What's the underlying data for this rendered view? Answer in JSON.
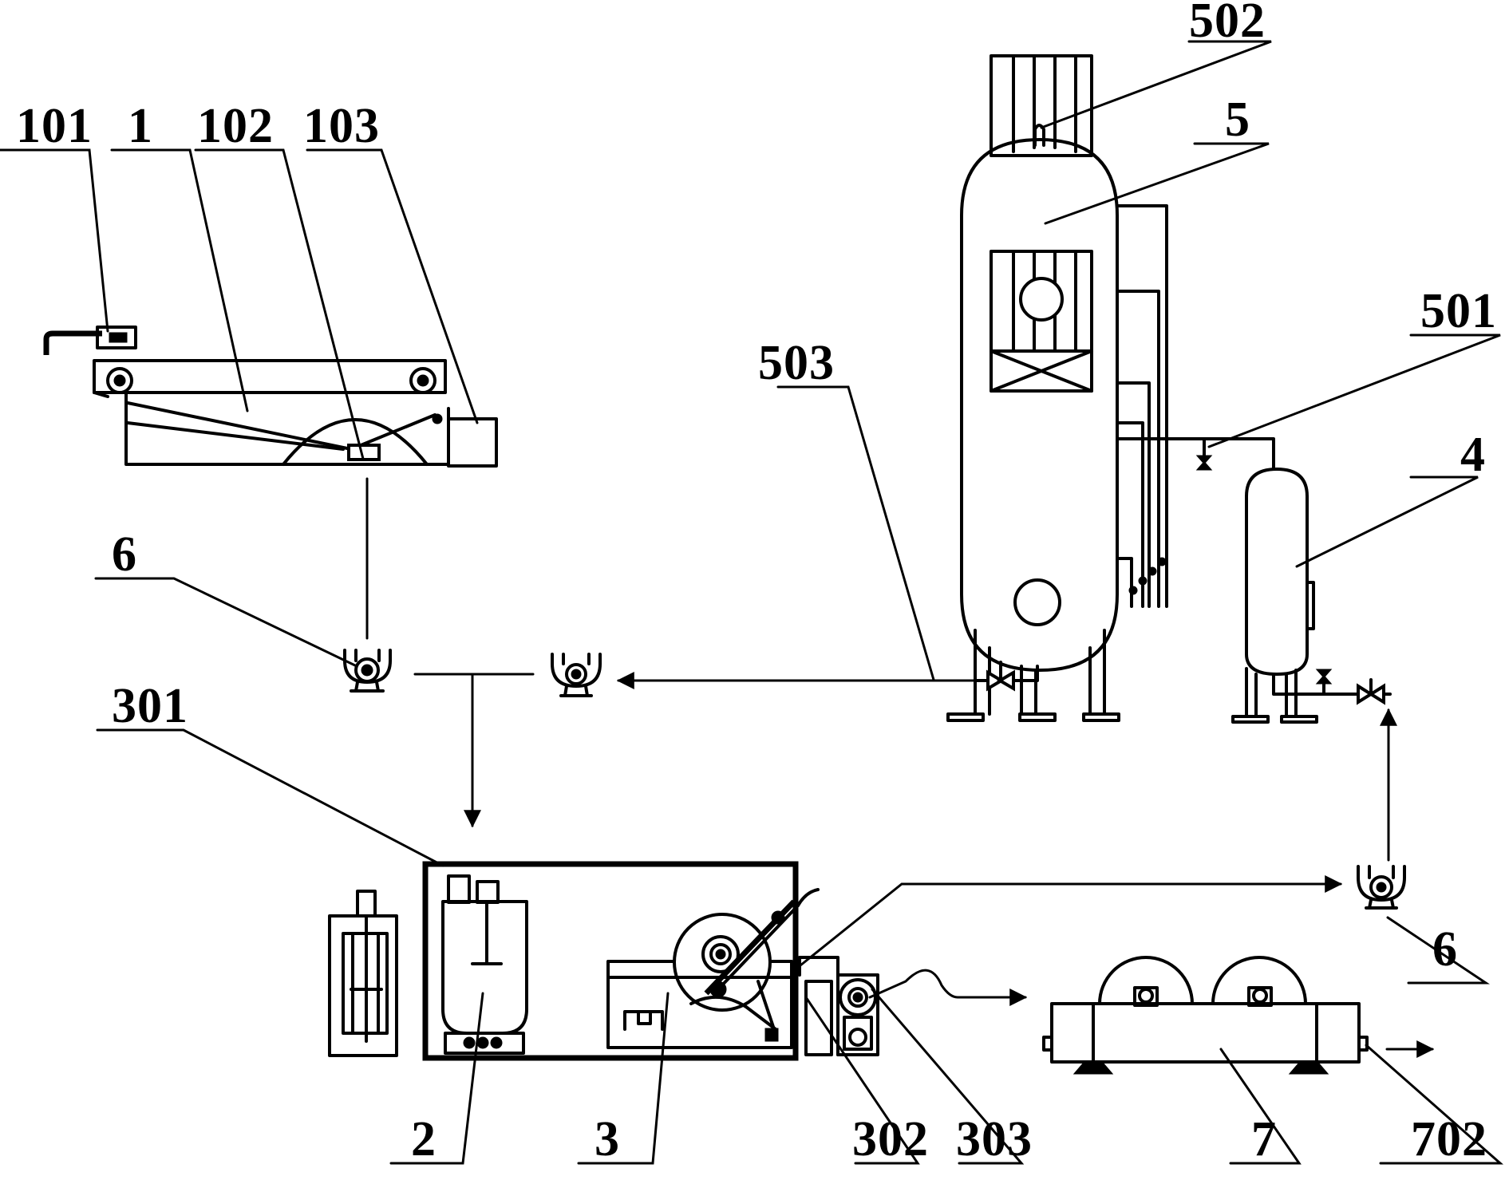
{
  "labels": {
    "l101": "101",
    "l1": "1",
    "l102": "102",
    "l103": "103",
    "l502": "502",
    "l5": "5",
    "l501": "501",
    "l503": "503",
    "l4": "4",
    "l6a": "6",
    "l6b": "6",
    "l301": "301",
    "l2": "2",
    "l3": "3",
    "l302": "302",
    "l303": "303",
    "l7": "7",
    "l702": "702"
  }
}
